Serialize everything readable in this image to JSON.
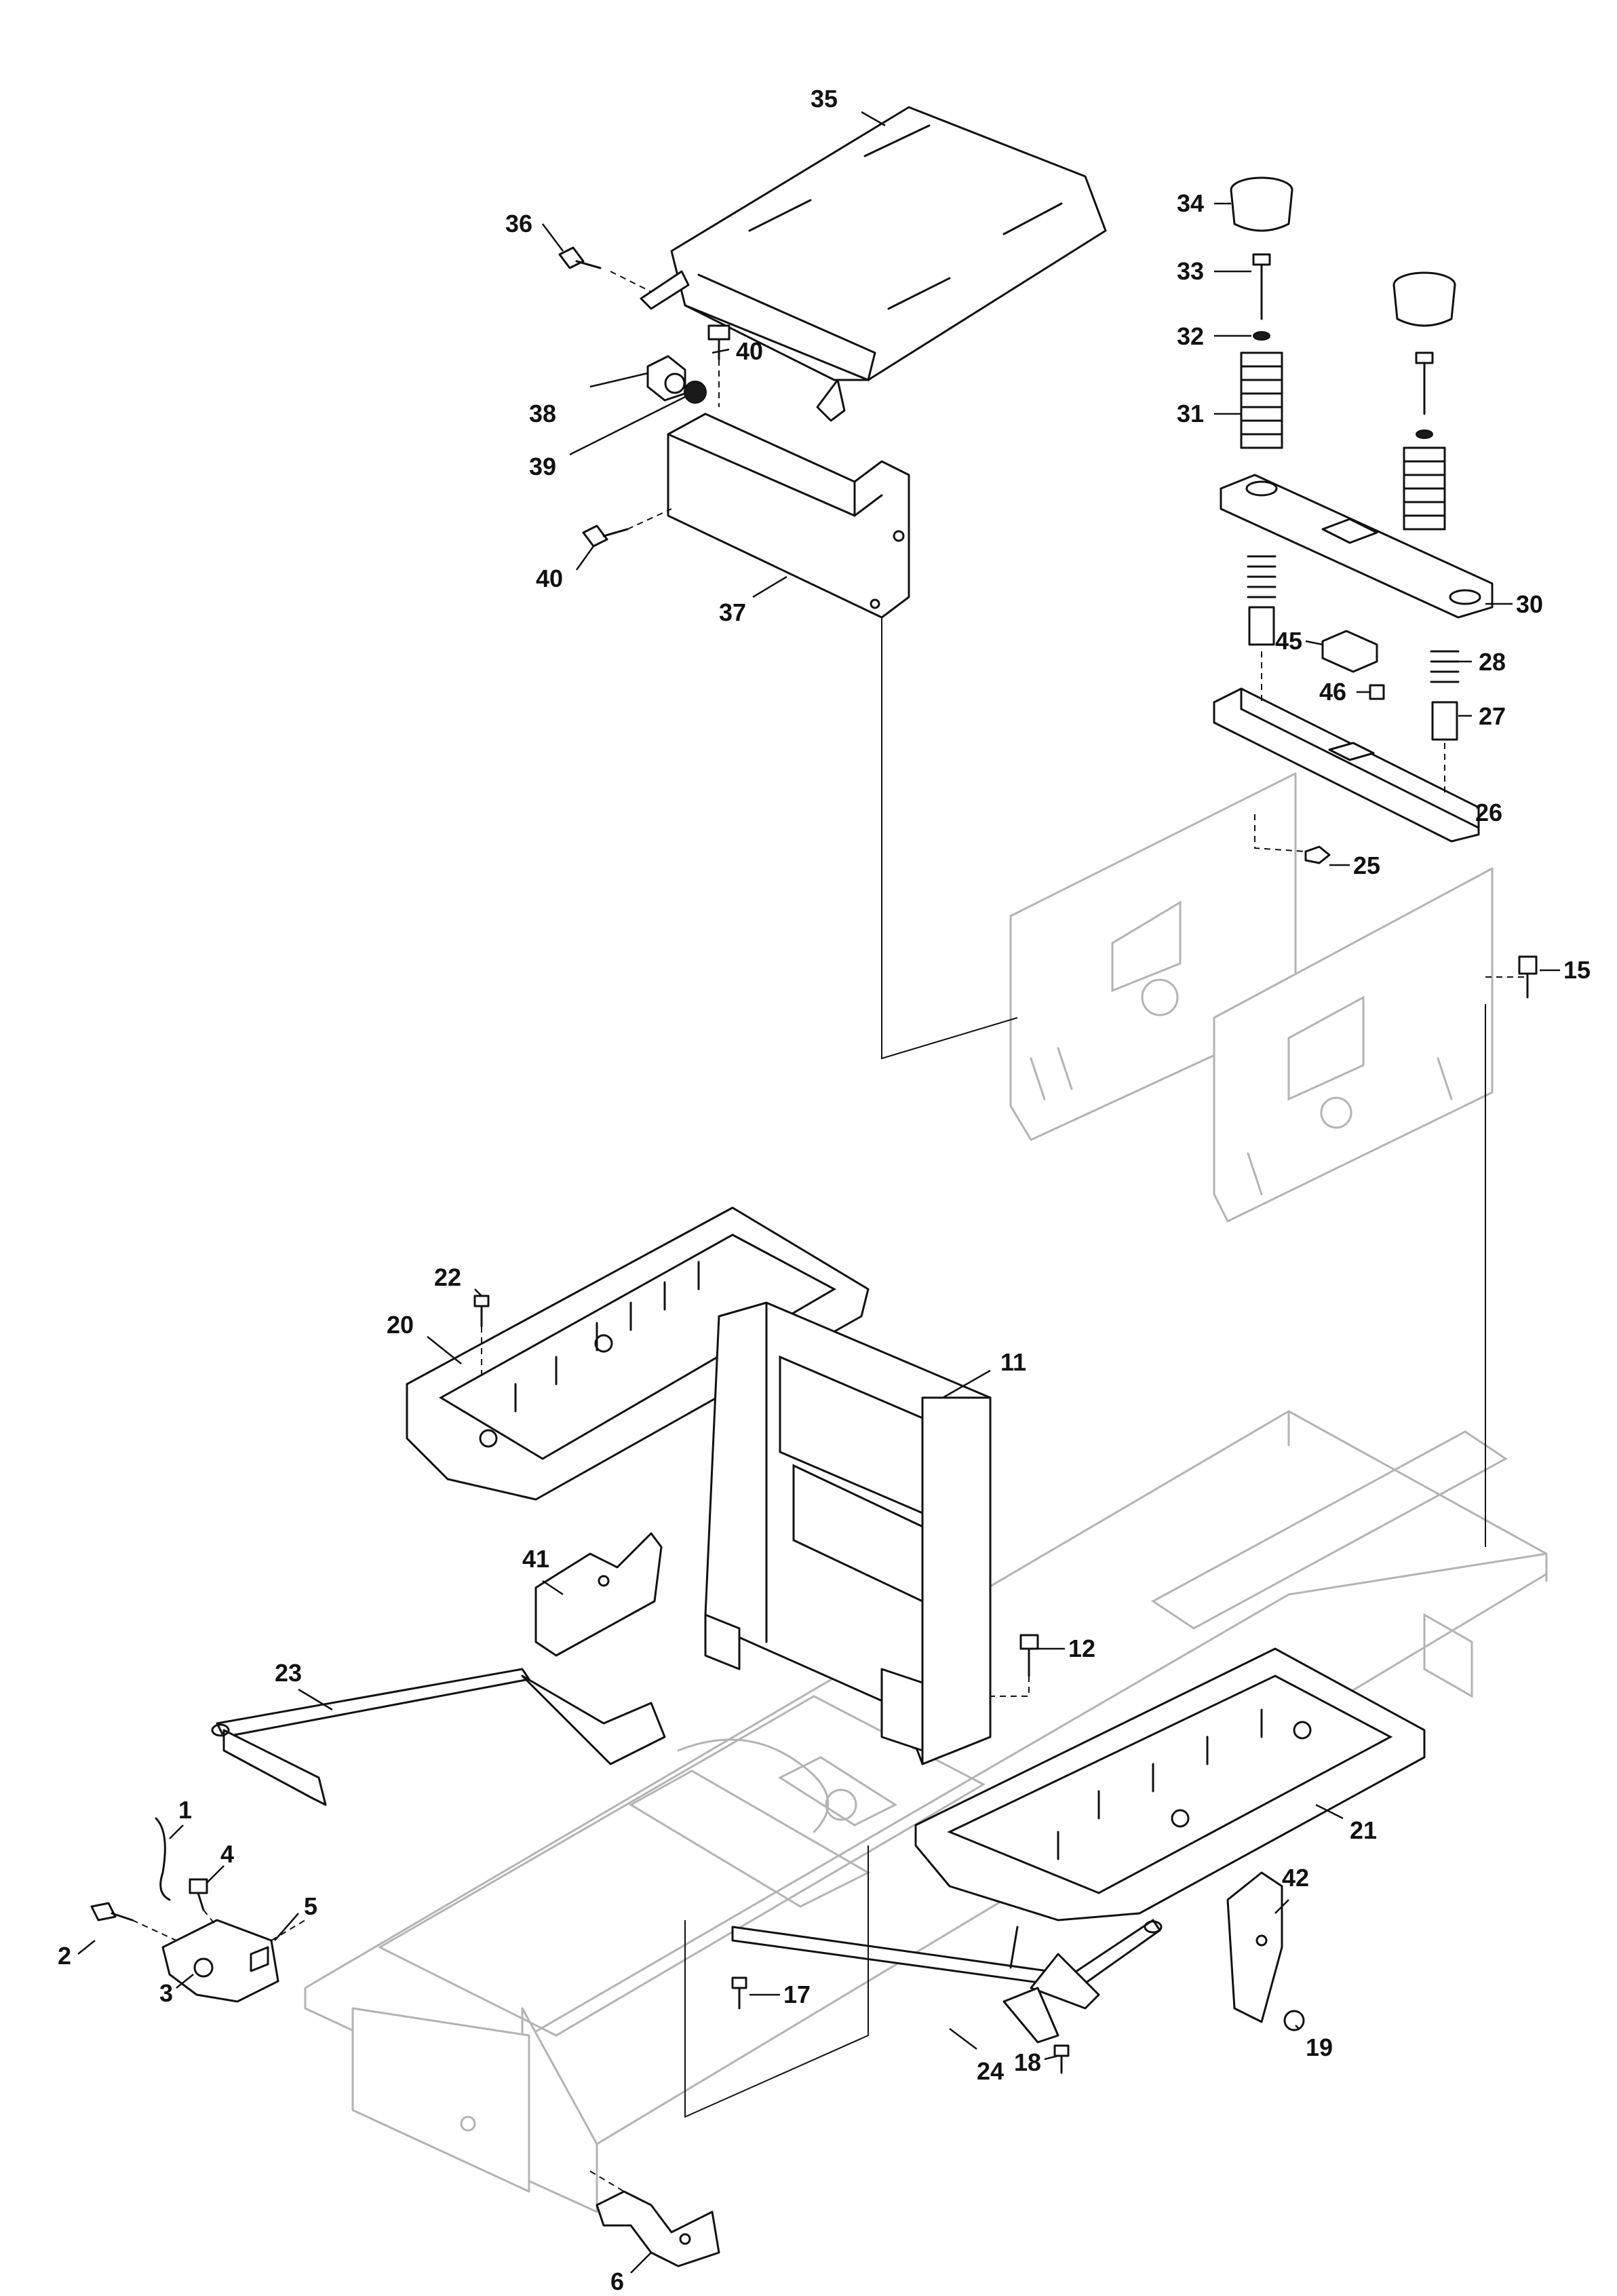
{
  "diagram": {
    "type": "exploded parts diagram",
    "callouts": [
      {
        "id": "p1",
        "label": "1"
      },
      {
        "id": "p2",
        "label": "2"
      },
      {
        "id": "p3",
        "label": "3"
      },
      {
        "id": "p4",
        "label": "4"
      },
      {
        "id": "p5",
        "label": "5"
      },
      {
        "id": "p6",
        "label": "6"
      },
      {
        "id": "p11",
        "label": "11"
      },
      {
        "id": "p12",
        "label": "12"
      },
      {
        "id": "p15",
        "label": "15"
      },
      {
        "id": "p17",
        "label": "17"
      },
      {
        "id": "p18",
        "label": "18"
      },
      {
        "id": "p19",
        "label": "19"
      },
      {
        "id": "p20",
        "label": "20"
      },
      {
        "id": "p21",
        "label": "21"
      },
      {
        "id": "p22",
        "label": "22"
      },
      {
        "id": "p23",
        "label": "23"
      },
      {
        "id": "p24",
        "label": "24"
      },
      {
        "id": "p25",
        "label": "25"
      },
      {
        "id": "p26",
        "label": "26"
      },
      {
        "id": "p27",
        "label": "27"
      },
      {
        "id": "p28",
        "label": "28"
      },
      {
        "id": "p30",
        "label": "30"
      },
      {
        "id": "p31",
        "label": "31"
      },
      {
        "id": "p32",
        "label": "32"
      },
      {
        "id": "p33",
        "label": "33"
      },
      {
        "id": "p34",
        "label": "34"
      },
      {
        "id": "p35",
        "label": "35"
      },
      {
        "id": "p36",
        "label": "36"
      },
      {
        "id": "p37",
        "label": "37"
      },
      {
        "id": "p38",
        "label": "38"
      },
      {
        "id": "p39",
        "label": "39"
      },
      {
        "id": "p40a",
        "label": "40"
      },
      {
        "id": "p40b",
        "label": "40"
      },
      {
        "id": "p41",
        "label": "41"
      },
      {
        "id": "p42",
        "label": "42"
      },
      {
        "id": "p45",
        "label": "45"
      },
      {
        "id": "p46",
        "label": "46"
      }
    ]
  }
}
